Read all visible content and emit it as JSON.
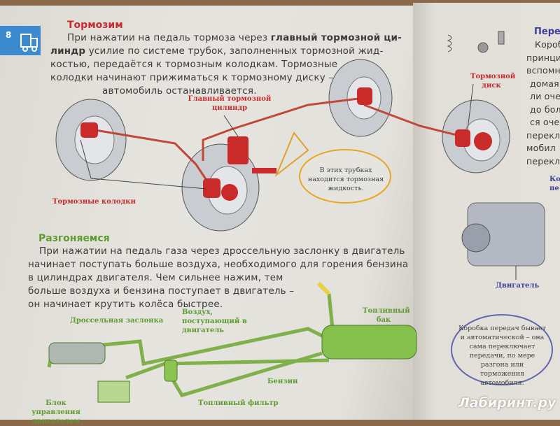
{
  "page_number": "8",
  "braking": {
    "title": "Тормозим",
    "lines": [
      {
        "pre": "При нажатии на педаль тормоза через ",
        "bold": "главный тормозной ци-"
      },
      {
        "bold": "линдр",
        "post": " усилие по системе трубок, заполненных тормозной жид-"
      },
      {
        "text": "костью, передаётся к тормозным колодкам. Тормозные"
      },
      {
        "text": "колодки начинают прижиматься к тормозному диску –"
      },
      {
        "text": "автомобиль останавливается."
      }
    ],
    "labels": {
      "master_cylinder": "Главный тормозной цилиндр",
      "pads": "Тормозные колодки",
      "disc": "Тормозной диск"
    },
    "callout": "В этих трубках находится тормозная жидкость."
  },
  "accel": {
    "title": "Разгоняемся",
    "lines": [
      "При нажатии на педаль газа через дроссельную заслонку в двигатель",
      "начинает поступать больше воздуха, необходимого для горения бензина",
      "в цилиндрах двигателя. Чем сильнее нажим, тем",
      "больше воздуха и бензина поступает в двигатель –",
      "он начинает крутить колёса быстрее."
    ],
    "labels": {
      "throttle": "Дроссельная заслонка",
      "air": "Воздух, поступающий в двигатель",
      "tank": "Топливный бак",
      "petrol": "Бензин",
      "filter": "Топливный фильтр",
      "ecu": "Блок управления двигателем"
    }
  },
  "right_page": {
    "title": "Перек",
    "lines": [
      "Короб",
      "принцип",
      "вспомни",
      "домая",
      "ли оче",
      "до бол",
      "ся оче",
      "перекл",
      "мобил",
      "перекл"
    ],
    "gearbox_label": "Ко пе",
    "engine_label": "Двигатель",
    "callout": "Коробка передач бывает и автоматической – она сама переключает передачи, по мере разгона или торможения автомобиля."
  },
  "watermark": "Лабиринт.ру",
  "colors": {
    "red": "#c62a2f",
    "green": "#5e9a2e",
    "blue": "#3b3f99",
    "page": "#e4e1da"
  }
}
